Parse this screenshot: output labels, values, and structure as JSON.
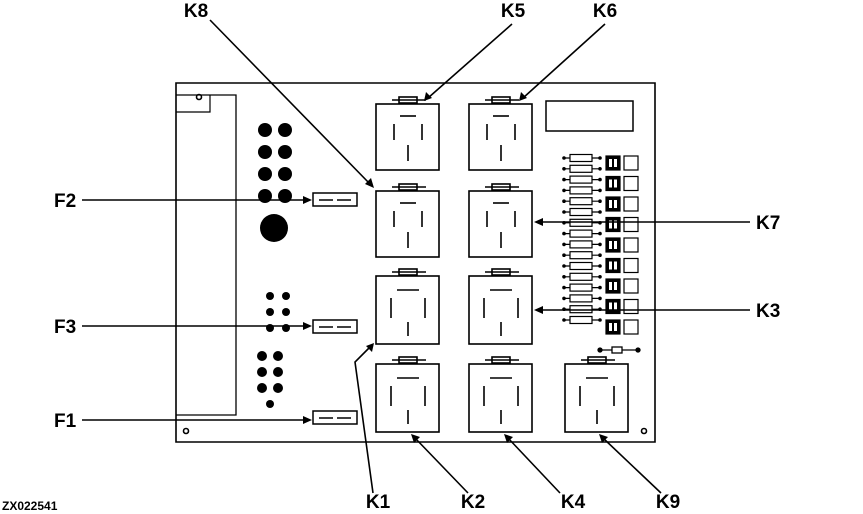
{
  "figure_code": "ZX022541",
  "callouts": {
    "k8": "K8",
    "k5": "K5",
    "k6": "K6",
    "k7": "K7",
    "k3": "K3",
    "k1": "K1",
    "k2": "K2",
    "k4": "K4",
    "k9": "K9",
    "f1": "F1",
    "f2": "F2",
    "f3": "F3"
  },
  "colors": {
    "ink": "#000000",
    "paper": "#ffffff"
  }
}
